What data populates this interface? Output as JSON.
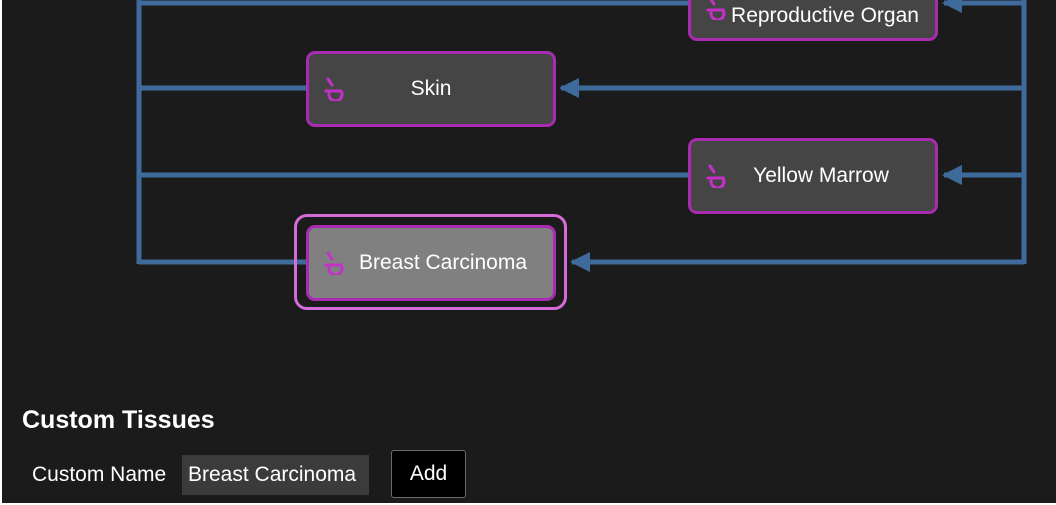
{
  "graph": {
    "nodes": [
      {
        "id": "reproductive-organ",
        "label": "Reproductive Organ",
        "icon": "tissue-icon",
        "selected": false
      },
      {
        "id": "skin",
        "label": "Skin",
        "icon": "tissue-icon",
        "selected": false
      },
      {
        "id": "yellow-marrow",
        "label": "Yellow Marrow",
        "icon": "tissue-icon",
        "selected": false
      },
      {
        "id": "breast-carcinoma",
        "label": "Breast Carcinoma",
        "icon": "tissue-icon",
        "selected": true
      }
    ]
  },
  "custom_tissues": {
    "title": "Custom Tissues",
    "name_label": "Custom Name",
    "name_value": "Breast Carcinoma",
    "add_label": "Add"
  },
  "colors": {
    "background": "#1b1b1b",
    "connector": "#3e6b9c",
    "node_border": "#a82bb0",
    "node_fill": "#454545",
    "selected_fill": "#808080",
    "selection_ring": "#d56ad9",
    "icon": "#c530c9"
  }
}
